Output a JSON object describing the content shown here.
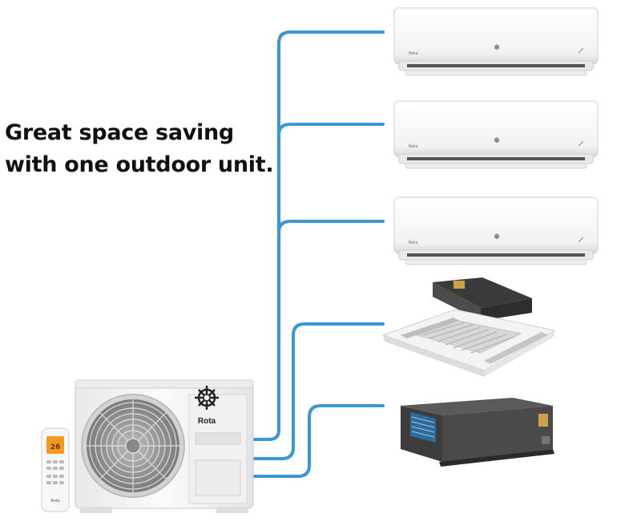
{
  "headline": {
    "line1": "Great space saving",
    "line2": "with one outdoor unit."
  },
  "outdoor_unit": {
    "brand": "Rota"
  },
  "remote": {
    "display": "26",
    "brand": "Rota"
  },
  "indoor_units": [
    {
      "type": "wall-mounted"
    },
    {
      "type": "wall-mounted"
    },
    {
      "type": "wall-mounted"
    },
    {
      "type": "cassette"
    },
    {
      "type": "ducted"
    }
  ],
  "colors": {
    "pipe": "#3b97d3",
    "unit_body": "#f5f5f5",
    "remote_display": "#f39a1e"
  }
}
